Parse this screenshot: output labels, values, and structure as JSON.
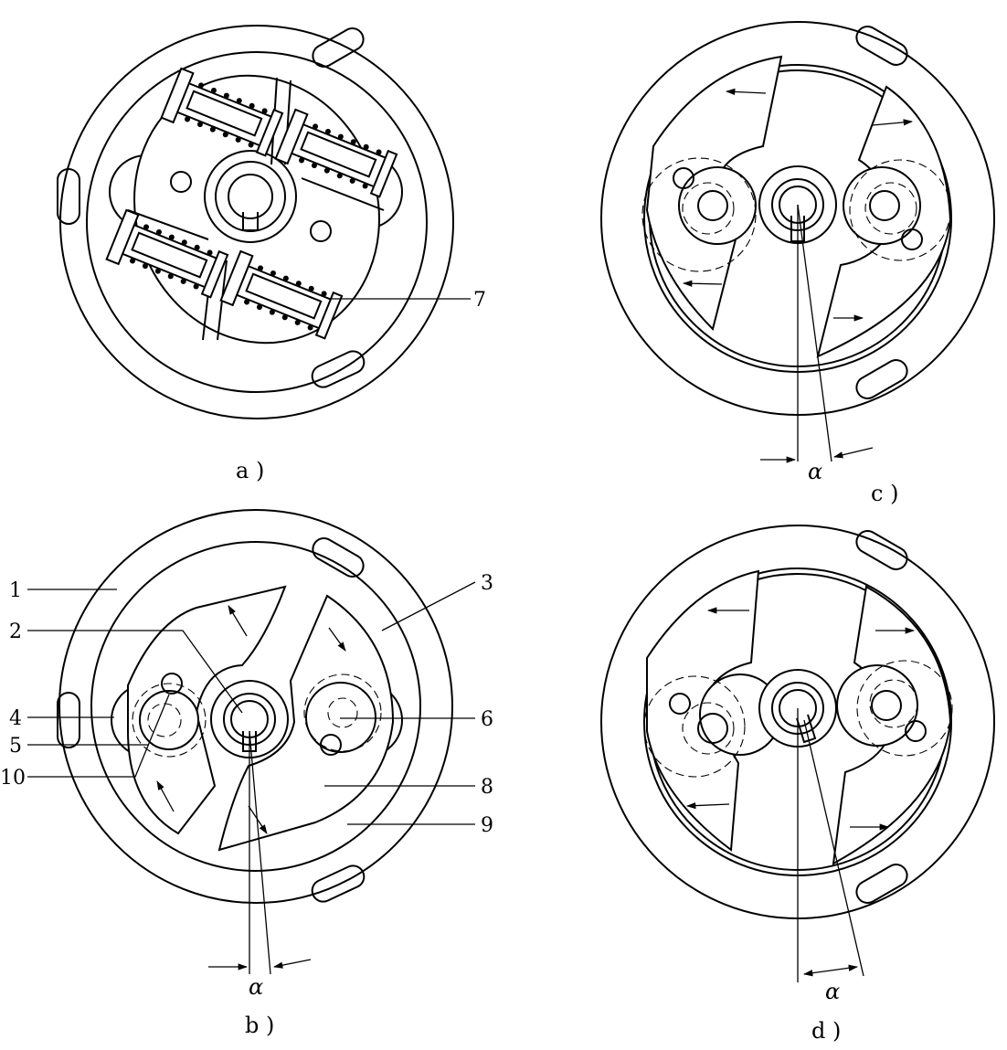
{
  "figure": {
    "panels": [
      {
        "id": "a",
        "caption": "a )",
        "callouts": [
          "7"
        ]
      },
      {
        "id": "b",
        "caption": "b )",
        "angle": "α",
        "callouts": [
          "1",
          "2",
          "3",
          "4",
          "5",
          "6",
          "8",
          "9",
          "10"
        ]
      },
      {
        "id": "c",
        "caption": "c )",
        "angle": "α"
      },
      {
        "id": "d",
        "caption": "d )",
        "angle": "α"
      }
    ]
  }
}
